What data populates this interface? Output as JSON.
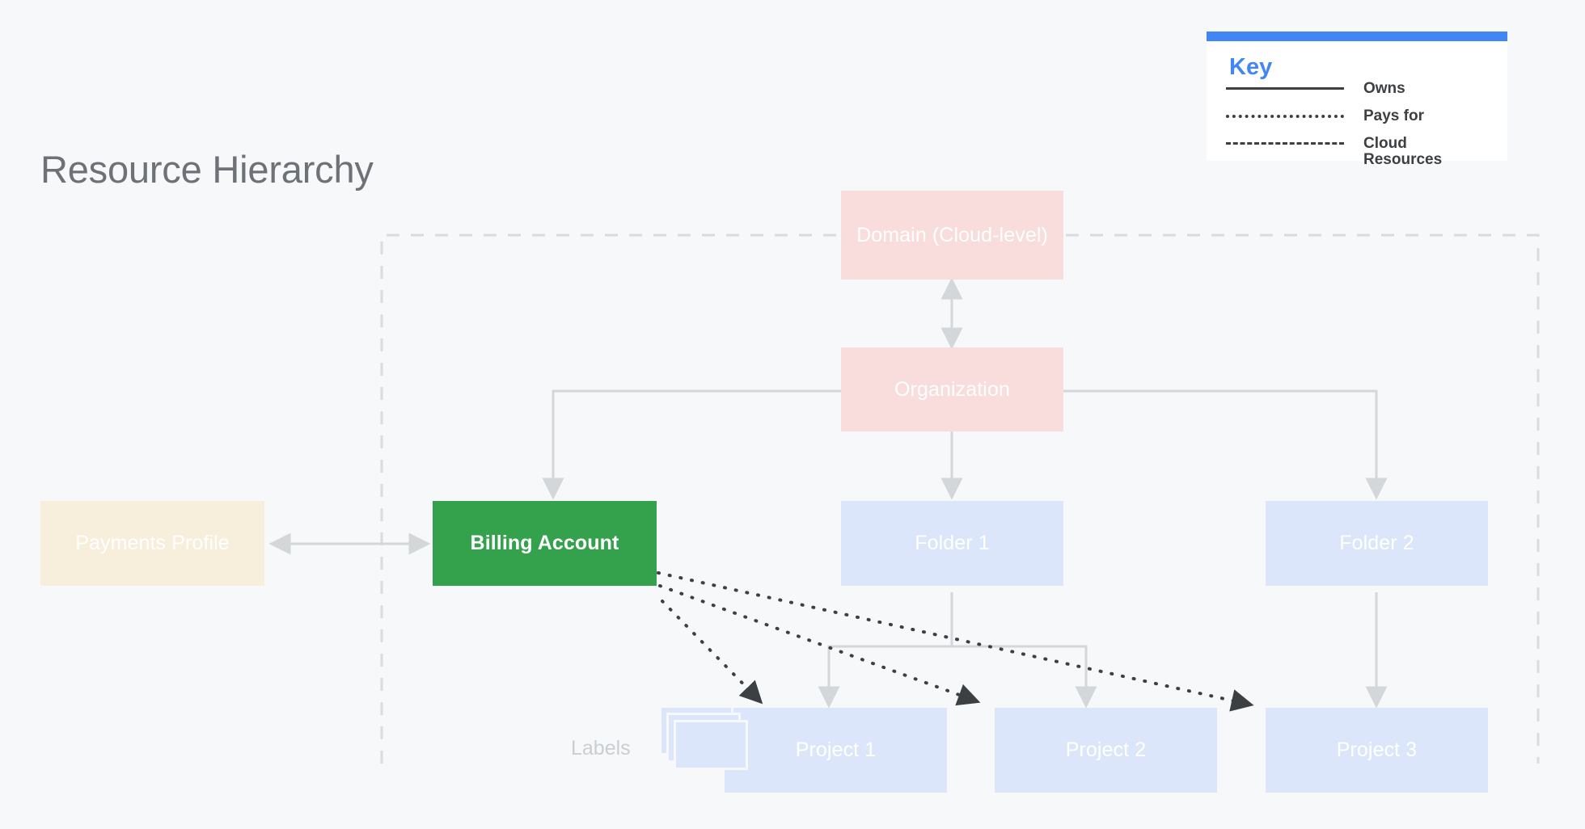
{
  "page": {
    "title": "Resource Hierarchy",
    "background_color": "#f6f8f9"
  },
  "legend": {
    "title": "Key",
    "accent_color": "#4285f4",
    "items": [
      {
        "style": "solid",
        "label": "Owns"
      },
      {
        "style": "dotted",
        "label": "Pays for"
      },
      {
        "style": "dashed",
        "label": "Cloud\nResources"
      }
    ]
  },
  "nodes": {
    "domain": {
      "label": "Domain (Cloud-level)",
      "color": "#f9dcdc"
    },
    "organization": {
      "label": "Organization",
      "color": "#f9dcdc"
    },
    "payments_profile": {
      "label": "Payments Profile",
      "color": "#f7eedb"
    },
    "billing_account": {
      "label": "Billing Account",
      "color": "#34a24d"
    },
    "folder_1": {
      "label": "Folder 1",
      "color": "#dbe6fa"
    },
    "folder_2": {
      "label": "Folder 2",
      "color": "#dbe6fa"
    },
    "project_1": {
      "label": "Project 1",
      "color": "#dbe6fa"
    },
    "project_2": {
      "label": "Project 2",
      "color": "#dbe6fa"
    },
    "project_3": {
      "label": "Project 3",
      "color": "#dbe6fa"
    },
    "labels": {
      "label": "Labels",
      "color": "#dbe6fa"
    }
  },
  "edges": {
    "owns_color": "#d4d7da",
    "pays_for_color": "#3c4043",
    "boundary_color": "#d9dcdf",
    "relations": [
      {
        "from": "domain",
        "to": "organization",
        "type": "owns",
        "bidirectional": true
      },
      {
        "from": "organization",
        "to": "billing_account",
        "type": "owns"
      },
      {
        "from": "organization",
        "to": "folder_1",
        "type": "owns"
      },
      {
        "from": "organization",
        "to": "folder_2",
        "type": "owns"
      },
      {
        "from": "payments_profile",
        "to": "billing_account",
        "type": "owns",
        "bidirectional": true
      },
      {
        "from": "folder_1",
        "to": "project_1",
        "type": "owns"
      },
      {
        "from": "folder_1",
        "to": "project_2",
        "type": "owns"
      },
      {
        "from": "folder_2",
        "to": "project_3",
        "type": "owns"
      },
      {
        "from": "billing_account",
        "to": "project_1",
        "type": "pays_for"
      },
      {
        "from": "billing_account",
        "to": "project_2",
        "type": "pays_for"
      },
      {
        "from": "billing_account",
        "to": "project_3",
        "type": "pays_for"
      }
    ]
  }
}
